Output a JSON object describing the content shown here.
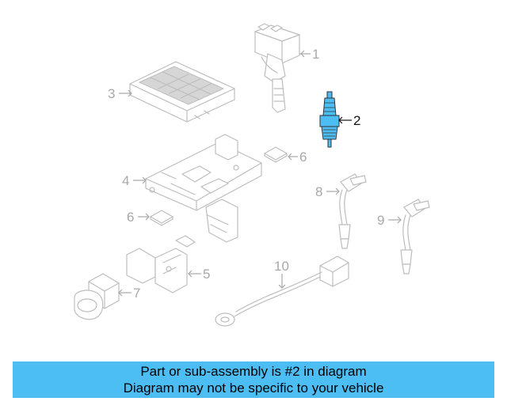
{
  "diagram": {
    "callouts": {
      "c1": "1",
      "c2": "2",
      "c3": "3",
      "c4": "4",
      "c5": "5",
      "c6a": "6",
      "c6b": "6",
      "c7": "7",
      "c8": "8",
      "c9": "9",
      "c10": "10"
    },
    "highlight_color": "#4dbef4",
    "highlighted_part": "2"
  },
  "banner": {
    "line1": "Part or sub-assembly is #2 in diagram",
    "line2": "Diagram may not be specific to your vehicle",
    "background": "#4dbef4"
  }
}
